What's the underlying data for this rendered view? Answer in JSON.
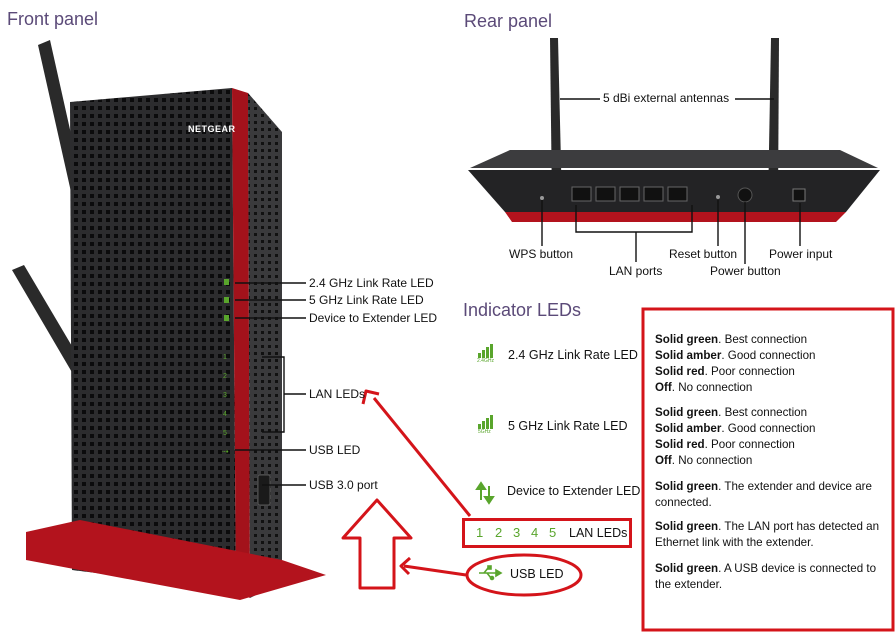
{
  "headings": {
    "front_panel": "Front panel",
    "rear_panel": "Rear panel",
    "indicator_leds": "Indicator LEDs"
  },
  "device": {
    "brand": "NETGEAR"
  },
  "front_labels": {
    "link_24": "2.4 GHz Link Rate LED",
    "link_5": "5 GHz Link Rate LED",
    "device_to_ext": "Device to Extender LED",
    "lan_leds": "LAN LEDs",
    "usb_led": "USB LED",
    "usb_port": "USB 3.0 port"
  },
  "rear_labels": {
    "antennas": "5 dBi external antennas",
    "wps": "WPS button",
    "lan_ports": "LAN ports",
    "reset": "Reset button",
    "power_button": "Power button",
    "power_input": "Power input"
  },
  "indicators": {
    "link_24": "2.4 GHz Link Rate LED",
    "link_24_sub": "2.4GHz",
    "link_5": "5 GHz Link Rate LED",
    "link_5_sub": "5GHz",
    "device_to_ext": "Device to Extender LED",
    "lan_numbers": [
      "1",
      "2",
      "3",
      "4",
      "5"
    ],
    "lan_leds": "LAN LEDs",
    "usb_led": "USB LED"
  },
  "front_led_numbers": [
    "1",
    "2",
    "3",
    "4",
    "5"
  ],
  "descriptions": {
    "link_24": [
      {
        "b": "Solid green",
        "t": ". Best connection"
      },
      {
        "b": "Solid amber",
        "t": ". Good connection"
      },
      {
        "b": "Solid red",
        "t": ". Poor connection"
      },
      {
        "b": "Off",
        "t": ". No connection"
      }
    ],
    "link_5": [
      {
        "b": "Solid green",
        "t": ". Best connection"
      },
      {
        "b": "Solid amber",
        "t": ". Good connection"
      },
      {
        "b": "Solid red",
        "t": ". Poor connection"
      },
      {
        "b": "Off",
        "t": ". No connection"
      }
    ],
    "device_to_ext": {
      "b": "Solid green",
      "t": ". The extender and device are connected."
    },
    "lan": {
      "b": "Solid green",
      "t": ". The LAN port has detected an Ethernet link with the extender."
    },
    "usb": {
      "b": "Solid green",
      "t": ". A USB device is connected to the extender."
    }
  },
  "colors": {
    "annotation_red": "#d4141a",
    "led_green": "#59a52c",
    "heading": "#5b4a78",
    "device_red": "#a3121b"
  }
}
